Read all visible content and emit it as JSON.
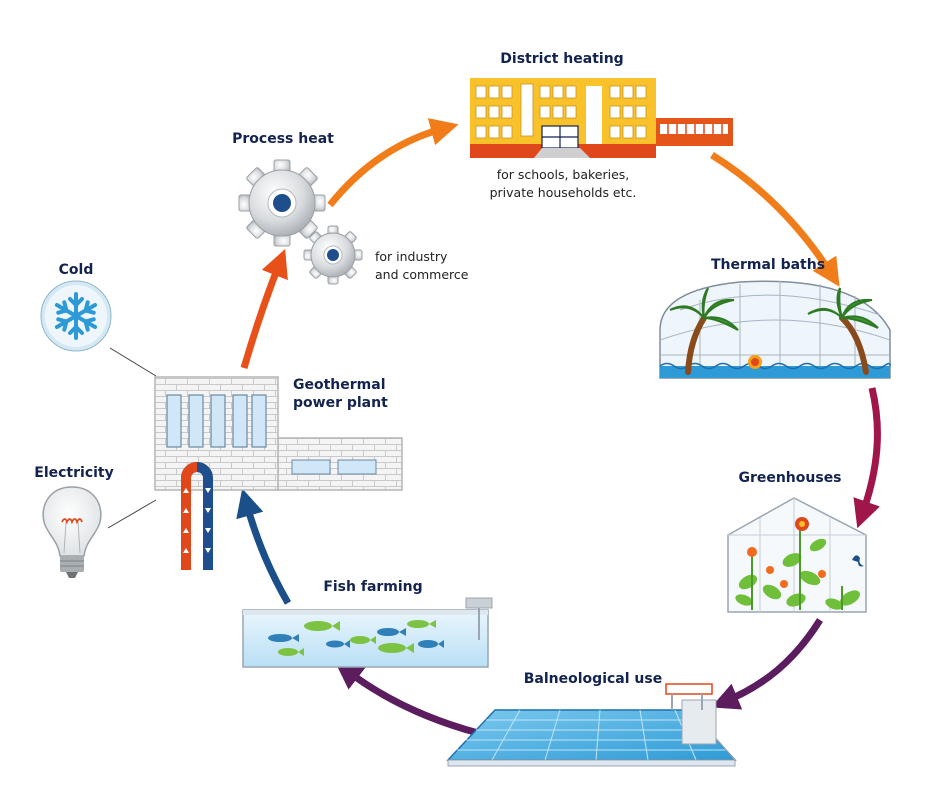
{
  "nodes": {
    "district_heating": {
      "title": "District heating",
      "sub_line1": "for schools, bakeries,",
      "sub_line2": "private households etc."
    },
    "process_heat": {
      "title": "Process heat",
      "sub_line1": "for industry",
      "sub_line2": "and commerce"
    },
    "thermal_baths": {
      "title": "Thermal baths"
    },
    "greenhouses": {
      "title": "Greenhouses"
    },
    "balneological_use": {
      "title": "Balneological use"
    },
    "fish_farming": {
      "title": "Fish farming"
    },
    "geothermal_power_plant": {
      "title_line1": "Geothermal",
      "title_line2": "power plant"
    },
    "cold": {
      "title": "Cold"
    },
    "electricity": {
      "title": "Electricity"
    }
  },
  "colors": {
    "arrow_red": "#e8501a",
    "arrow_orange": "#f07d1a",
    "arrow_magenta": "#a0154a",
    "arrow_purple": "#5b1d5e",
    "arrow_blue": "#1b4f8a",
    "text_navy": "#13234f"
  },
  "icons": [
    "gear-icon",
    "building-icon",
    "dome-icon",
    "palm-icon",
    "greenhouse-icon",
    "pool-icon",
    "fish-tank-icon",
    "fish-icon",
    "power-plant-icon",
    "snowflake-icon",
    "lightbulb-icon"
  ]
}
